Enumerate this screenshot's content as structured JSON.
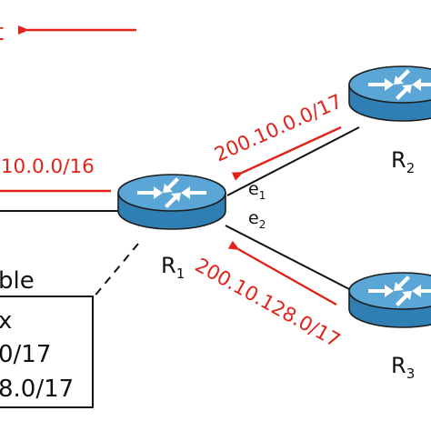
{
  "colors": {
    "accent_red": "#e0241b",
    "router_top": "#5aa6d6",
    "router_side": "#2f7fb5",
    "line": "#111111"
  },
  "legend_fragment": {
    "text": "t"
  },
  "routes": {
    "r2_prefix": "200.10.0.0/17",
    "r3_prefix": "200.10.128.0/17",
    "r1_aggregate": ".10.0.0/16"
  },
  "routers": {
    "r1": {
      "letter": "R",
      "sub": "1",
      "icon": "router-icon"
    },
    "r2": {
      "letter": "R",
      "sub": "2",
      "icon": "router-icon"
    },
    "r3": {
      "letter": "R",
      "sub": "3",
      "icon": "router-icon"
    }
  },
  "interfaces": {
    "e1": {
      "letter": "e",
      "sub": "1"
    },
    "e2": {
      "letter": "e",
      "sub": "2"
    }
  },
  "table": {
    "title": "ble",
    "header": "x",
    "rows": [
      "0/17",
      "8.0/17"
    ]
  }
}
